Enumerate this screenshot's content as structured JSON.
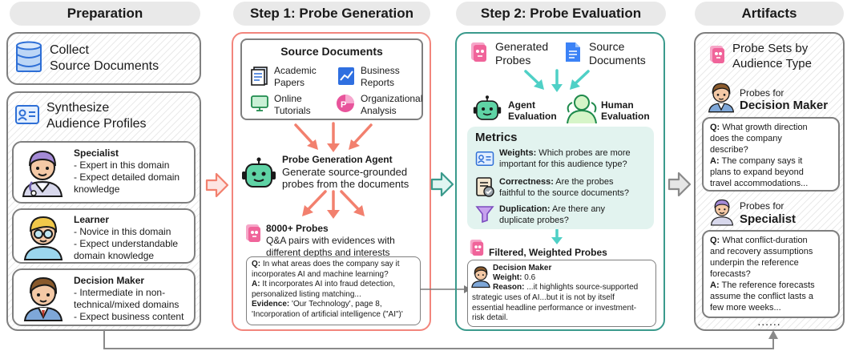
{
  "headers": {
    "preparation": "Preparation",
    "step1": "Step 1: Probe Generation",
    "step2": "Step 2: Probe Evaluation",
    "artifacts": "Artifacts"
  },
  "prep": {
    "collect": [
      "Collect",
      "Source Documents"
    ],
    "synth": [
      "Synthesize",
      "Audience Profiles"
    ],
    "specialist": {
      "title": "Specialist",
      "lines": [
        "- Expert in this domain",
        "- Expect detailed domain",
        "knowledge"
      ]
    },
    "learner": {
      "title": "Learner",
      "lines": [
        "- Novice in this domain",
        "- Expect understandable",
        "domain knowledge"
      ]
    },
    "decision": {
      "title": "Decision Maker",
      "lines": [
        "- Intermediate in non-",
        "technical/mixed domains",
        "- Expect business content"
      ]
    }
  },
  "step1": {
    "sources_title": "Source Documents",
    "academic": [
      "Academic",
      "Papers"
    ],
    "business": [
      "Business",
      "Reports"
    ],
    "tutorials": [
      "Online",
      "Tutorials"
    ],
    "organizational": [
      "Organizational",
      "Analysis"
    ],
    "agent_title": "Probe Generation Agent",
    "agent_lines": [
      "Generate source-grounded",
      "probes from the documents"
    ],
    "probes_title": "8000+ Probes",
    "probes_lines": [
      "Q&A pairs with evidences with",
      "different depths and interests"
    ],
    "example": {
      "q_label": "Q:",
      "q_lines": [
        " In what areas does the company say it",
        "incorporates AI and machine learning?"
      ],
      "a_label": "A:",
      "a_lines": [
        " It incorporates AI into fraud detection,",
        "personalized listing matching..."
      ],
      "e_label": "Evidence:",
      "e_lines": [
        " 'Our Technology', page 8,",
        "'Incorporation of artificial intelligence (\"AI\")'"
      ]
    }
  },
  "step2": {
    "generated": [
      "Generated",
      "Probes"
    ],
    "source": [
      "Source",
      "Documents"
    ],
    "agent_eval": [
      "Agent",
      "Evaluation"
    ],
    "human_eval": [
      "Human",
      "Evaluation"
    ],
    "metrics_title": "Metrics",
    "weights": {
      "label": "Weights:",
      "lines": [
        " Which probes are more",
        "important for this audience type?"
      ]
    },
    "correctness": {
      "label": "Correctness:",
      "lines": [
        " Are the probes",
        "faithful to the source documents?"
      ]
    },
    "duplication": {
      "label": "Duplication:",
      "lines": [
        " Are there any",
        "duplicate probes?"
      ]
    },
    "filtered_title": "Filtered, Weighted Probes",
    "filtered": {
      "audience": "Decision Maker",
      "weight_label": "Weight:",
      "weight": " 0.6",
      "reason_label": "Reason:",
      "reason_lines": [
        " ...it highlights source-supported",
        "strategic uses of AI...but it is not by itself",
        "essential headline performance or investment-",
        "risk detail."
      ]
    }
  },
  "artifacts": {
    "title": [
      "Probe Sets by",
      "Audience Type"
    ],
    "set1": {
      "for": "Probes for",
      "audience": "Decision Maker",
      "q_lines": [
        "What growth direction",
        "does the company",
        "describe?"
      ],
      "a_lines": [
        "The company says it",
        "plans to expand beyond",
        "travel accommodations..."
      ]
    },
    "set2": {
      "for": "Probes for",
      "audience": "Specialist",
      "q_lines": [
        "What conflict-duration",
        "and recovery assumptions",
        "underpin the reference",
        "forecasts?"
      ],
      "a_lines": [
        "The reference forecasts",
        "assume the conflict lasts a",
        "few more weeks..."
      ]
    },
    "q_label": "Q:",
    "a_label": "A:",
    "ellipsis": "......"
  },
  "colors": {
    "step1_border": "#f2857c",
    "step2_border": "#3a9a8c",
    "arrow_salmon": "#f2806e",
    "arrow_teal": "#4fd0c6",
    "metrics_bg": "#e2f3ef",
    "pink_icon": "#f0649a",
    "agent_green": "#5fd3a5"
  }
}
